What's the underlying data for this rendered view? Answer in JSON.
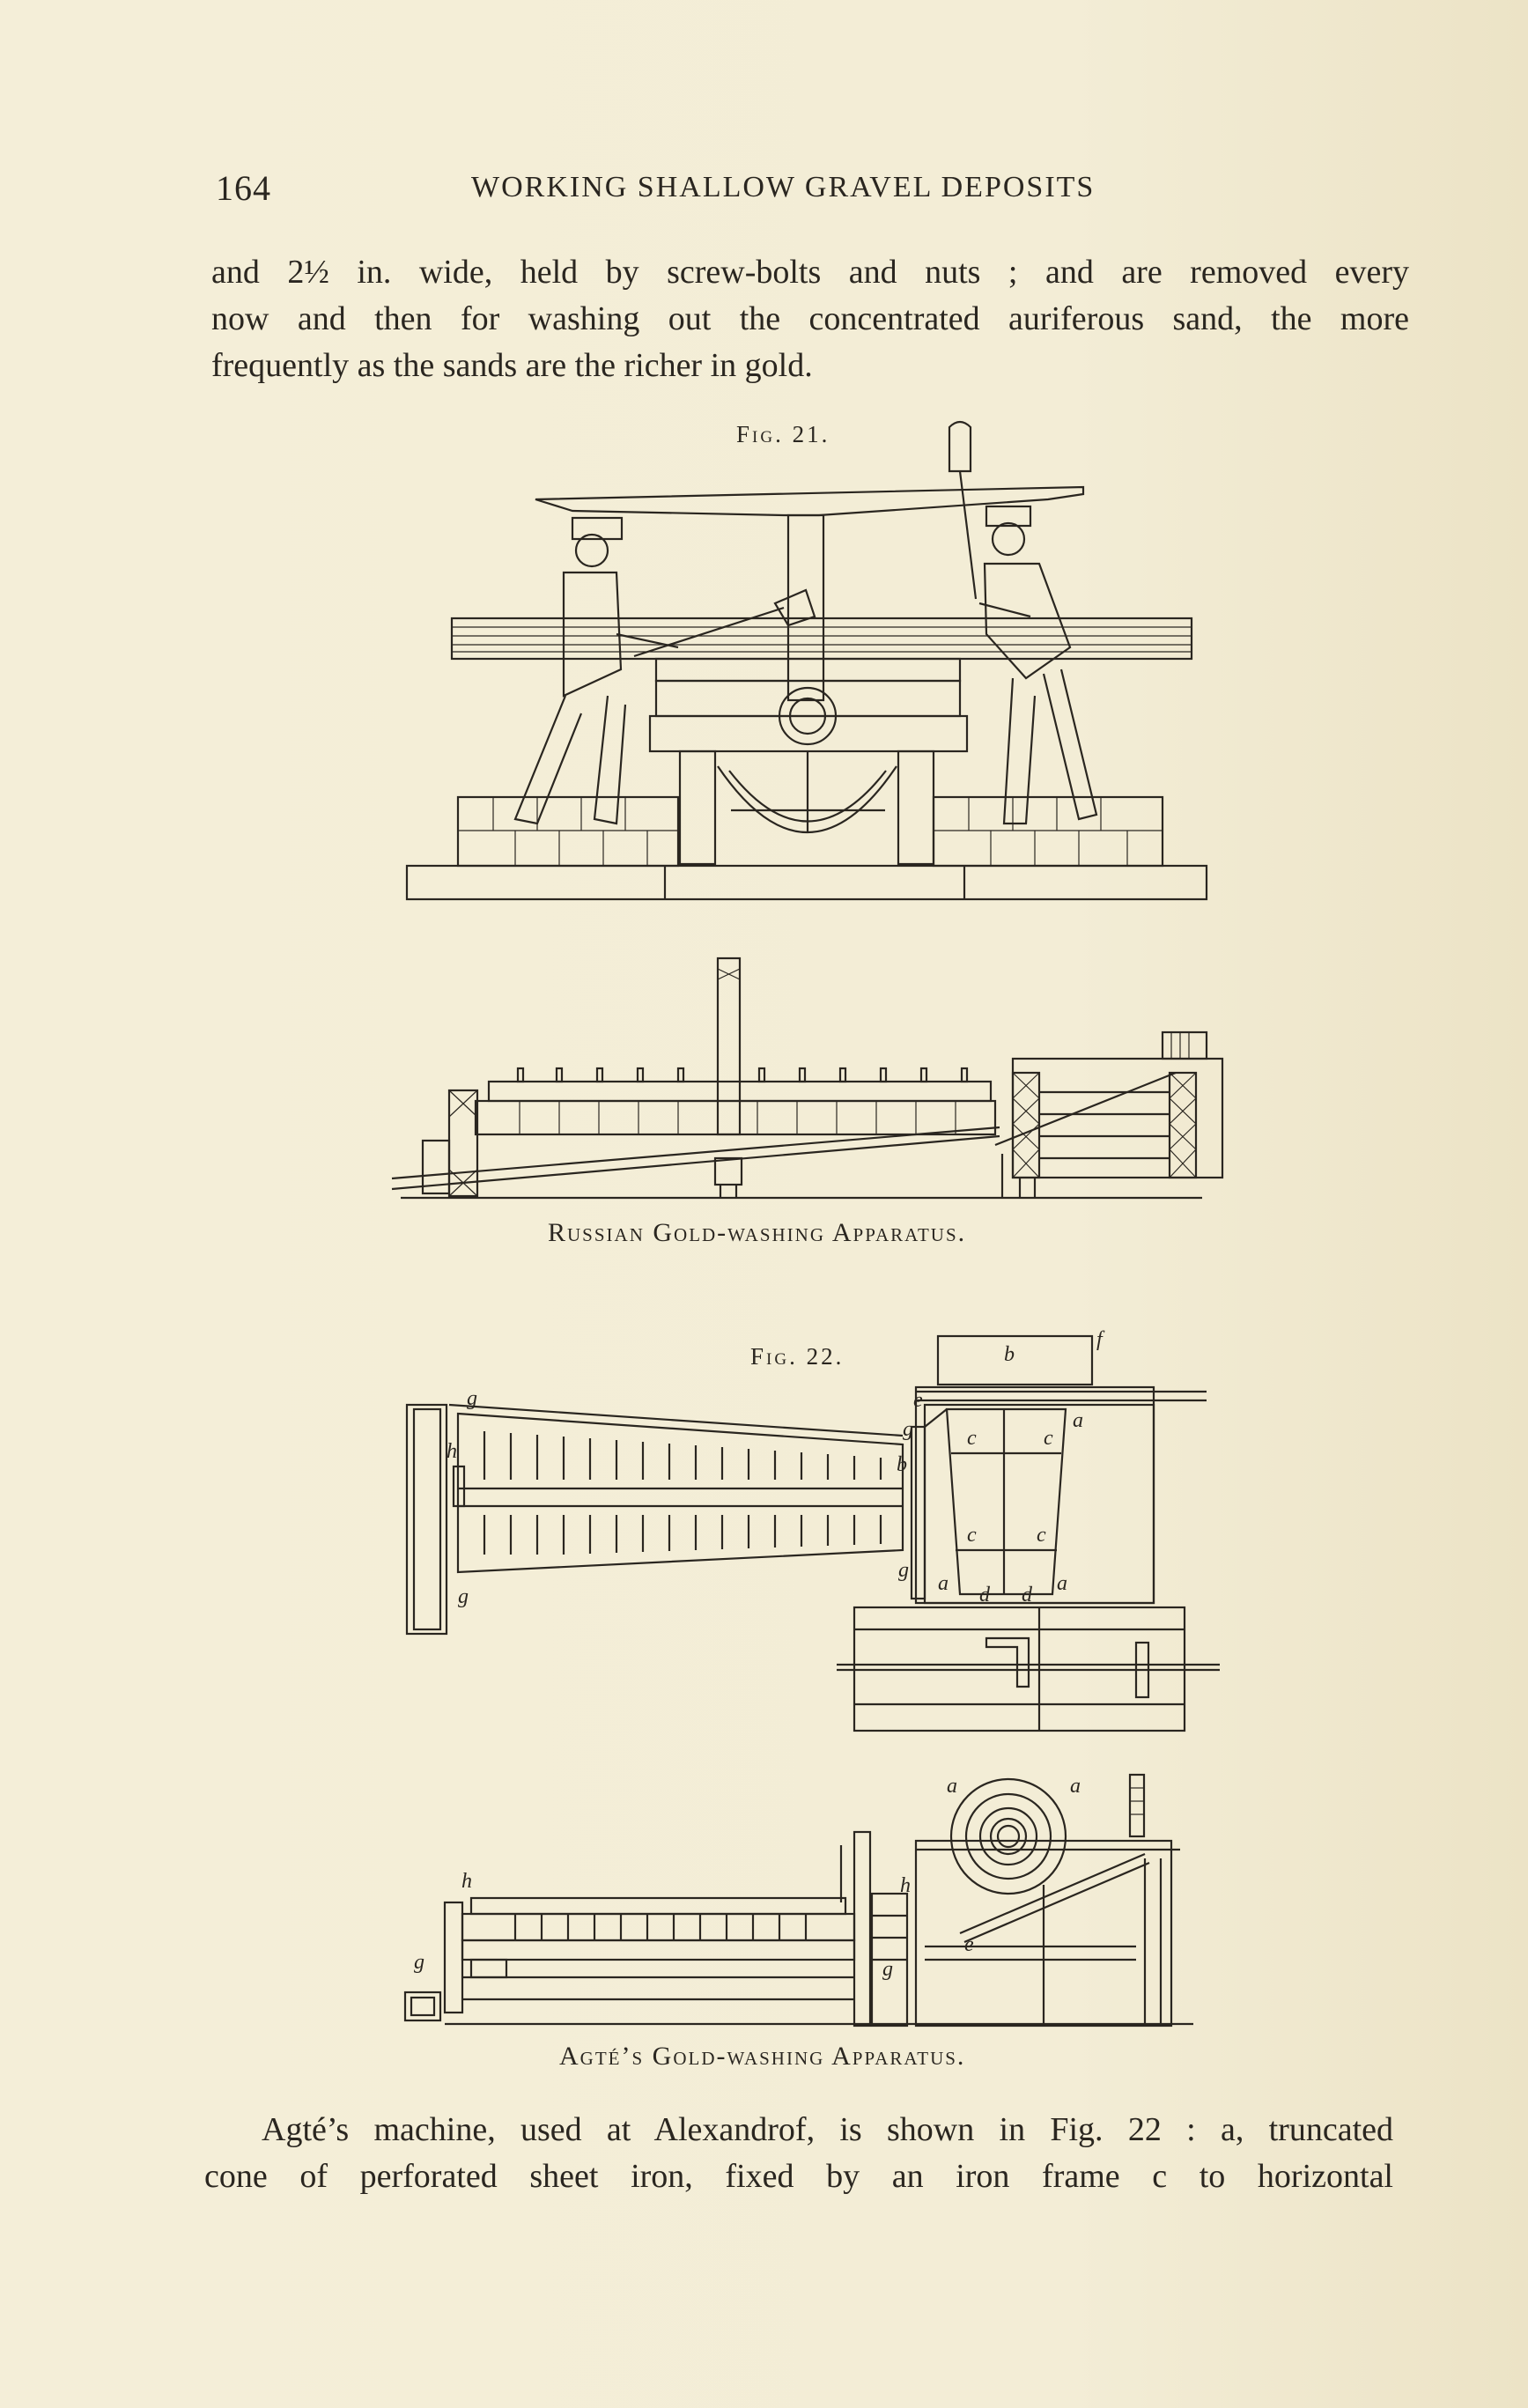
{
  "header": {
    "page_number": "164",
    "running_head": "WORKING SHALLOW GRAVEL DEPOSITS"
  },
  "top_paragraph": [
    "and 2½ in. wide, held by screw-bolts and nuts ; and are removed every",
    "now and then for washing out the concentrated auriferous sand, the more",
    "frequently as the sands are the richer in gold."
  ],
  "figure21": {
    "label": "Fig. 21.",
    "caption": "Russian Gold-washing Apparatus."
  },
  "figure22": {
    "label": "Fig. 22.",
    "caption": "Agté’s Gold-washing Apparatus.",
    "letters": {
      "b": "b",
      "f": "f",
      "e": "e",
      "g": "g",
      "h": "h",
      "c": "c",
      "a": "a",
      "d": "d"
    }
  },
  "bottom_paragraph": [
    "Agté’s machine, used at Alexandrof, is shown in Fig. 22 : a, truncated",
    "cone of perforated sheet iron, fixed by an iron frame c to horizontal"
  ]
}
